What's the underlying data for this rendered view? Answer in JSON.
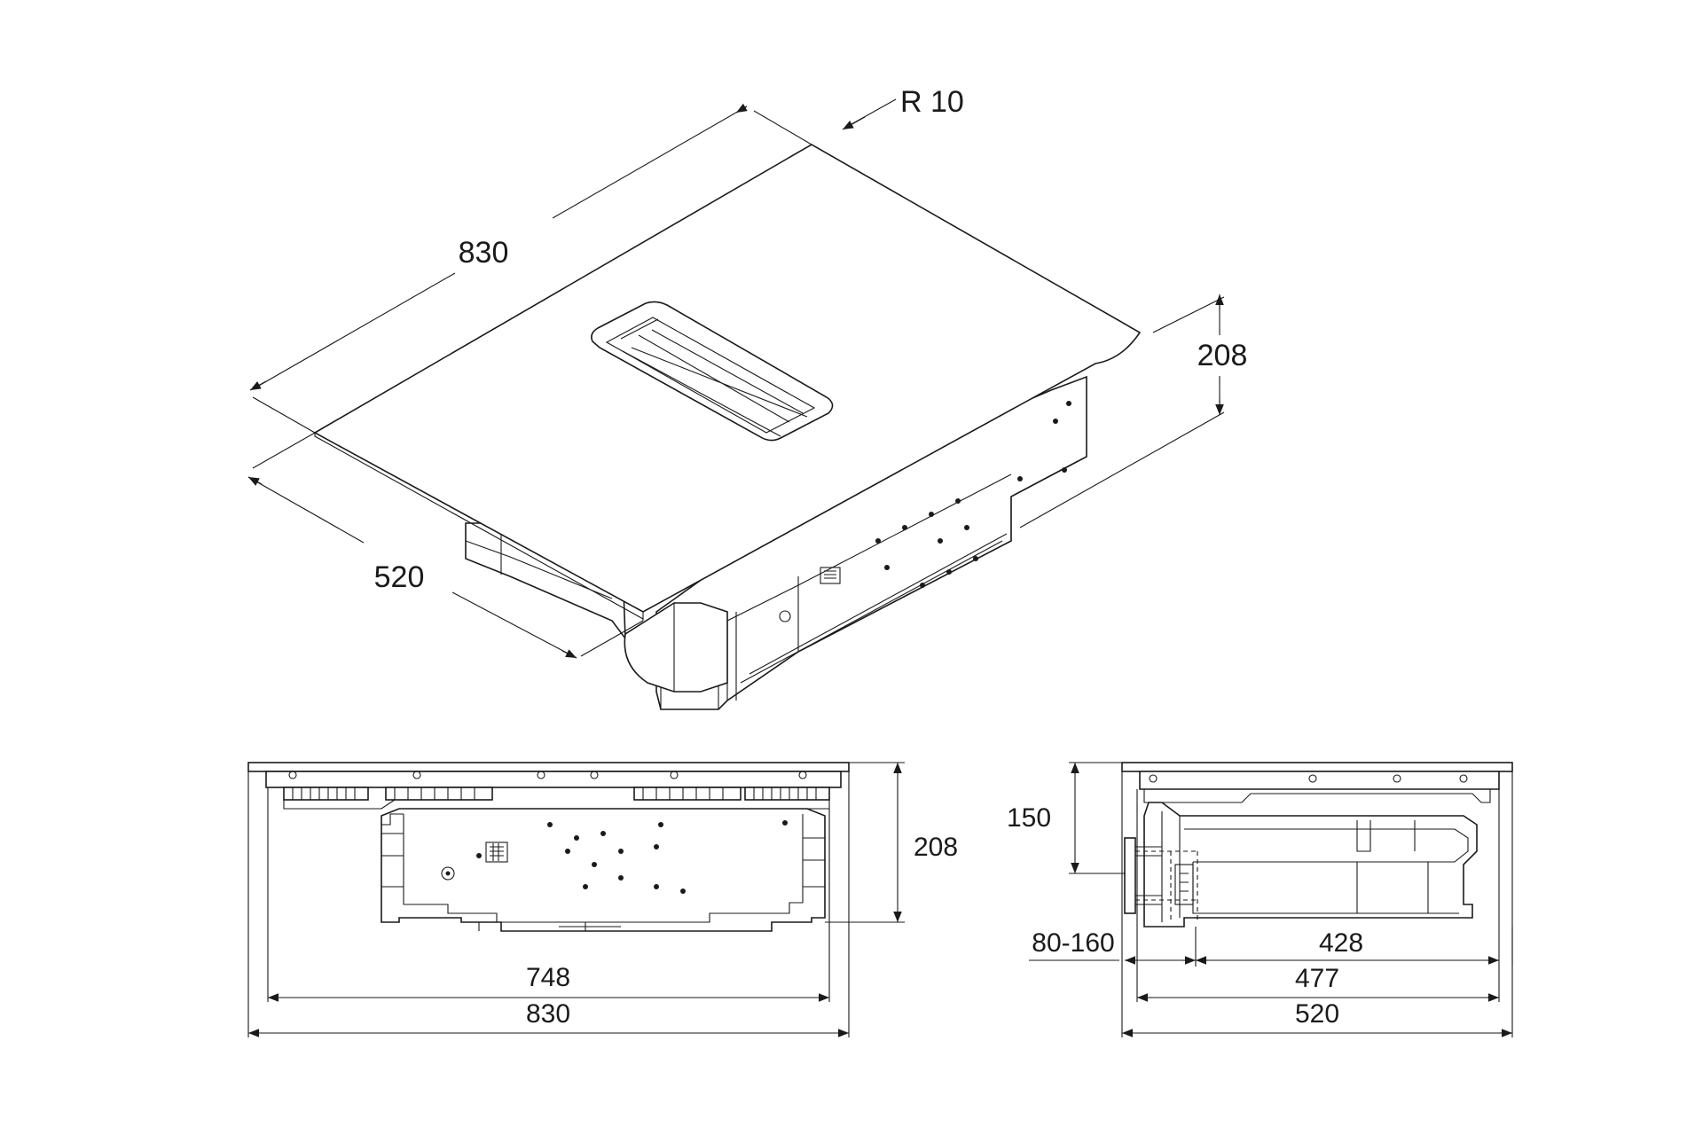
{
  "colors": {
    "line": "#1a1a1a",
    "background": "#ffffff"
  },
  "iso_view": {
    "radius_label": "R 10",
    "length_label": "830",
    "depth_label": "520",
    "height_label": "208"
  },
  "front_view": {
    "height_label": "208",
    "inner_width_label": "748",
    "outer_width_label": "830"
  },
  "side_view": {
    "built_in_depth_label": "150",
    "duct_offset_label": "80-160",
    "dim_428_label": "428",
    "dim_477_label": "477",
    "dim_520_label": "520"
  }
}
